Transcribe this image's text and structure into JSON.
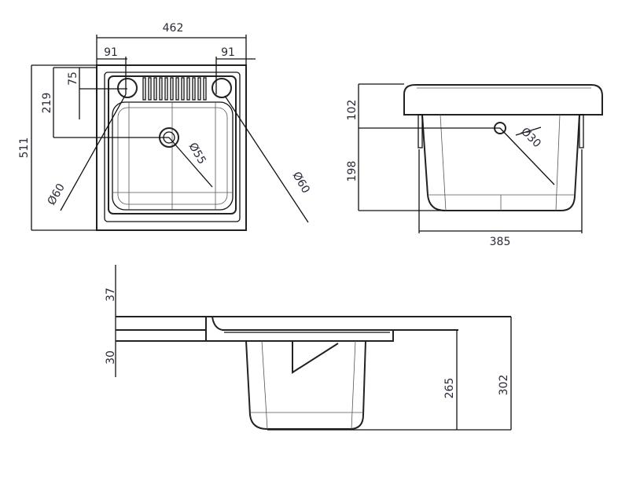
{
  "top_view": {
    "width_total": "462",
    "hole_offset_left": "91",
    "hole_offset_right": "91",
    "depth_total": "511",
    "drain_offset": "219",
    "hole_offset_back": "75",
    "drain_diameter": "Ø55",
    "hole_left_diameter": "Ø60",
    "hole_right_diameter": "Ø60"
  },
  "side_view": {
    "rim_to_overflow": "102",
    "overflow_to_bottom": "198",
    "bowl_width": "385",
    "overflow_diameter": "Ø30"
  },
  "front_view": {
    "top_offset": "37",
    "rim_thickness": "30",
    "bowl_depth": "265",
    "total_height": "302"
  }
}
